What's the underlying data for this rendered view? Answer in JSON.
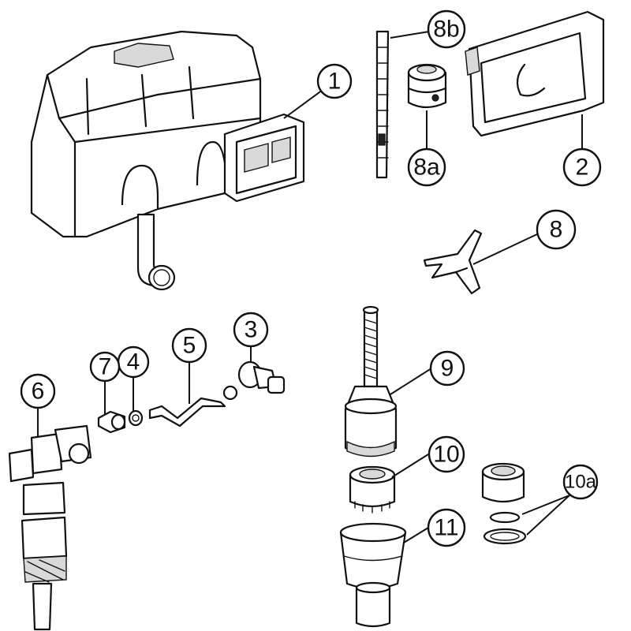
{
  "callouts": [
    {
      "id": "1",
      "label": "1"
    },
    {
      "id": "2",
      "label": "2"
    },
    {
      "id": "3",
      "label": "3"
    },
    {
      "id": "4",
      "label": "4"
    },
    {
      "id": "5",
      "label": "5"
    },
    {
      "id": "6",
      "label": "6"
    },
    {
      "id": "7",
      "label": "7"
    },
    {
      "id": "8",
      "label": "8"
    },
    {
      "id": "8a",
      "label": "8a"
    },
    {
      "id": "8b",
      "label": "8b"
    },
    {
      "id": "9",
      "label": "9"
    },
    {
      "id": "10",
      "label": "10"
    },
    {
      "id": "10a",
      "label": "10a"
    },
    {
      "id": "11",
      "label": "11"
    }
  ]
}
